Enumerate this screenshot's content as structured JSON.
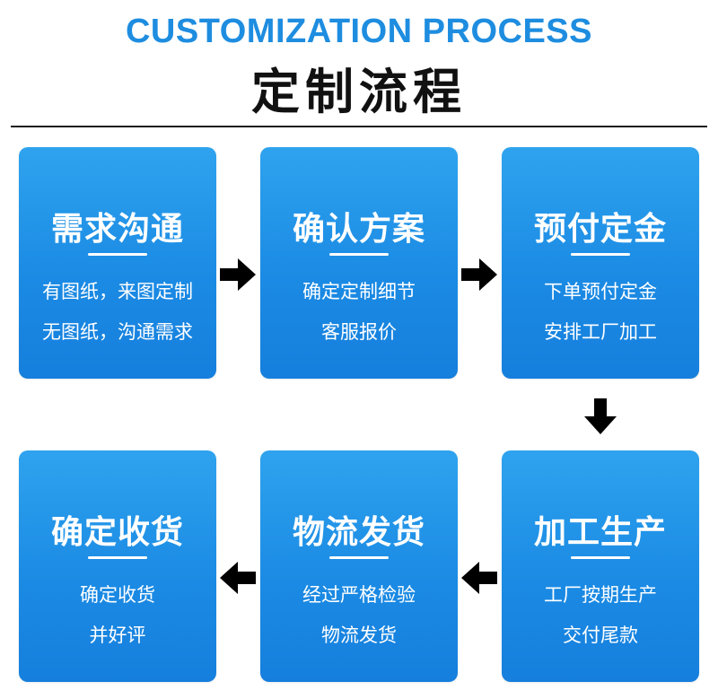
{
  "header": {
    "title_en": "CUSTOMIZATION PROCESS",
    "title_cn": "定制流程"
  },
  "colors": {
    "accent": "#1e8de0",
    "card_top": "#2fa3ee",
    "card_bottom": "#167fdd",
    "text_dark": "#111111",
    "arrow": "#000000"
  },
  "steps": [
    {
      "title": "需求沟通",
      "line1": "有图纸，来图定制",
      "line2": "无图纸，沟通需求"
    },
    {
      "title": "确认方案",
      "line1": "确定定制细节",
      "line2": "客服报价"
    },
    {
      "title": "预付定金",
      "line1": "下单预付定金",
      "line2": "安排工厂加工"
    },
    {
      "title": "加工生产",
      "line1": "工厂按期生产",
      "line2": "交付尾款"
    },
    {
      "title": "物流发货",
      "line1": "经过严格检验",
      "line2": "物流发货"
    },
    {
      "title": "确定收货",
      "line1": "确定收货",
      "line2": "并好评"
    }
  ],
  "arrows": [
    "arrow-right-icon",
    "arrow-right-icon",
    "arrow-down-icon",
    "arrow-left-icon",
    "arrow-left-icon"
  ]
}
